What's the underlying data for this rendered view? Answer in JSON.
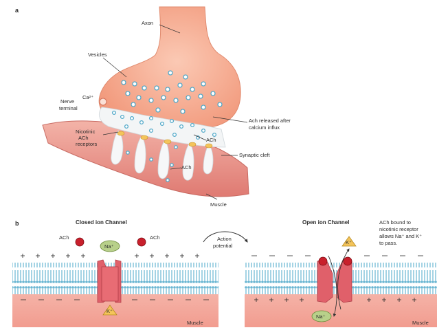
{
  "panel_a": {
    "letter": "a",
    "axon": "Axon",
    "vesicles": "Vesicles",
    "ca": "Ca²⁺",
    "nerve_terminal_1": "Nerve",
    "nerve_terminal_2": "terminal",
    "ach_released_1": "Ach released after",
    "ach_released_2": "calcium influx",
    "nicotinic_1": "Nicotinic",
    "nicotinic_2": "ACh",
    "nicotinic_3": "receptors",
    "ach_cleft": "ACh",
    "synaptic_cleft": "Synaptic cleft",
    "ach_receptor": "ACh",
    "muscle": "Muscle"
  },
  "panel_b": {
    "letter": "b",
    "closed_title": "Closed ion Channel",
    "ach_left": "ACh",
    "ach_right": "ACh",
    "na": "Na⁺",
    "k": "K⁺",
    "action_1": "Action",
    "action_2": "potential",
    "open_title": "Open ion Channel",
    "open_note_1": "ACh bound to",
    "open_note_2": "nicotinic receptor",
    "open_note_3": "allows Na⁺ and K⁺",
    "open_note_4": "to pass.",
    "k_open": "K⁺",
    "na_open": "Na⁺",
    "muscle_left": "Muscle",
    "muscle_right": "Muscle"
  },
  "colors": {
    "terminal": "#f5a98e",
    "cleft": "#f3f5f6",
    "vesicle": "#52a9c9",
    "muscle": "#e88a82",
    "membrane": "#7fc2da",
    "channel": "#e0606a",
    "ach": "#c8202c",
    "na": "#b8d08a",
    "k": "#f4c45a"
  }
}
